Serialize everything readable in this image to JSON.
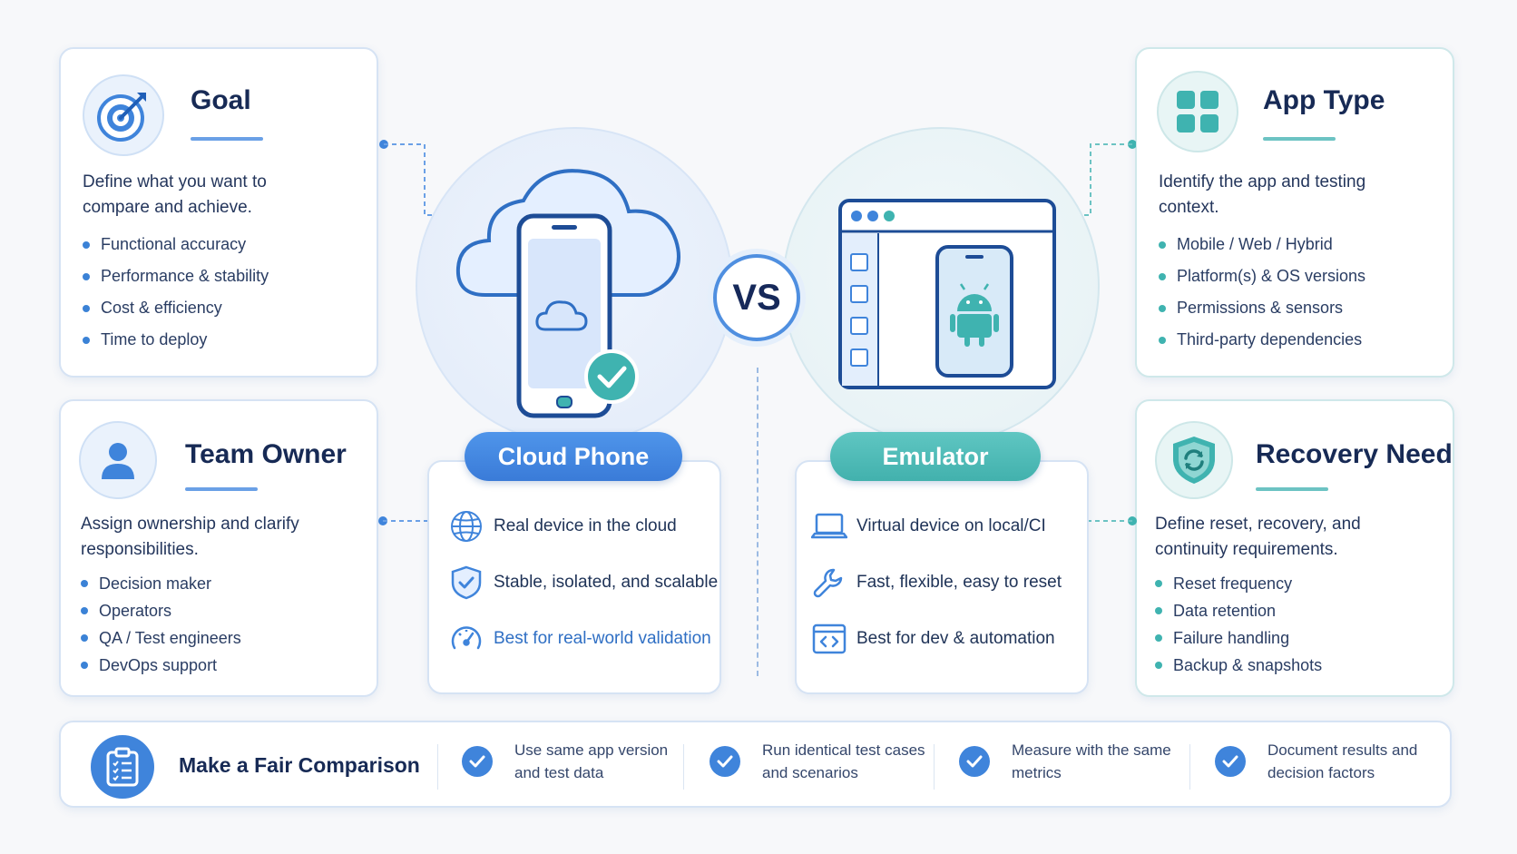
{
  "cards": {
    "goal": {
      "title": "Goal",
      "desc_line1": "Define what you want to",
      "desc_line2": "compare and achieve.",
      "items": [
        "Functional accuracy",
        "Performance & stability",
        "Cost & efficiency",
        "Time to deploy"
      ]
    },
    "team_owner": {
      "title": "Team Owner",
      "desc_line1": "Assign ownership and clarify",
      "desc_line2": "responsibilities.",
      "items": [
        "Decision maker",
        "Operators",
        "QA / Test engineers",
        "DevOps support"
      ]
    },
    "app_type": {
      "title": "App Type",
      "desc_line1": "Identify the app and testing",
      "desc_line2": "context.",
      "items": [
        "Mobile / Web / Hybrid",
        "Platform(s) & OS versions",
        "Permissions & sensors",
        "Third-party dependencies"
      ]
    },
    "recovery_need": {
      "title": "Recovery Need",
      "desc_line1": "Define reset, recovery, and",
      "desc_line2": "continuity requirements.",
      "items": [
        "Reset frequency",
        "Data retention",
        "Failure handling",
        "Backup & snapshots"
      ]
    }
  },
  "vs_label": "VS",
  "cloud_phone": {
    "label": "Cloud Phone",
    "features": [
      "Real device in the cloud",
      "Stable, isolated, and scalable",
      "Best for real-world validation"
    ]
  },
  "emulator": {
    "label": "Emulator",
    "features": [
      "Virtual device on local/CI",
      "Fast, flexible, easy to reset",
      "Best for dev & automation"
    ]
  },
  "bottom": {
    "title": "Make a Fair Comparison",
    "items": [
      "Use same app version and test data",
      "Run identical test cases and scenarios",
      "Measure with the same metrics",
      "Document results and decision factors"
    ]
  },
  "colors": {
    "blue_accent": "#3f84db",
    "teal_accent": "#3fb3b0",
    "title_navy": "#172a55"
  }
}
